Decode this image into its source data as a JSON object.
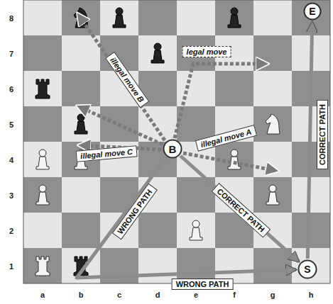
{
  "diagram": {
    "nodes": [
      {
        "text": [
          "B"
        ]
      },
      {
        "text": [
          "E"
        ]
      },
      {
        "text": [
          "S"
        ]
      }
    ],
    "edges": [
      {
        "from": 0,
        "to": 2,
        "arrow": "to",
        "label": "CORRECT PATH"
      },
      {
        "from": 2,
        "to": 1,
        "arrow": "to",
        "label": "CORRECT PATH"
      },
      {
        "from": 0,
        "to": 2,
        "arrow": "to",
        "label": "WRONG PATH"
      }
    ],
    "labels": [
      "8",
      "7",
      "6",
      "5",
      "4",
      "3",
      "2",
      "1",
      "a",
      "b",
      "c",
      "d",
      "e",
      "f",
      "g",
      "h",
      "illegal move B",
      "legal move",
      "illegal move C",
      "illegal move A",
      "WRONG PATH"
    ]
  }
}
